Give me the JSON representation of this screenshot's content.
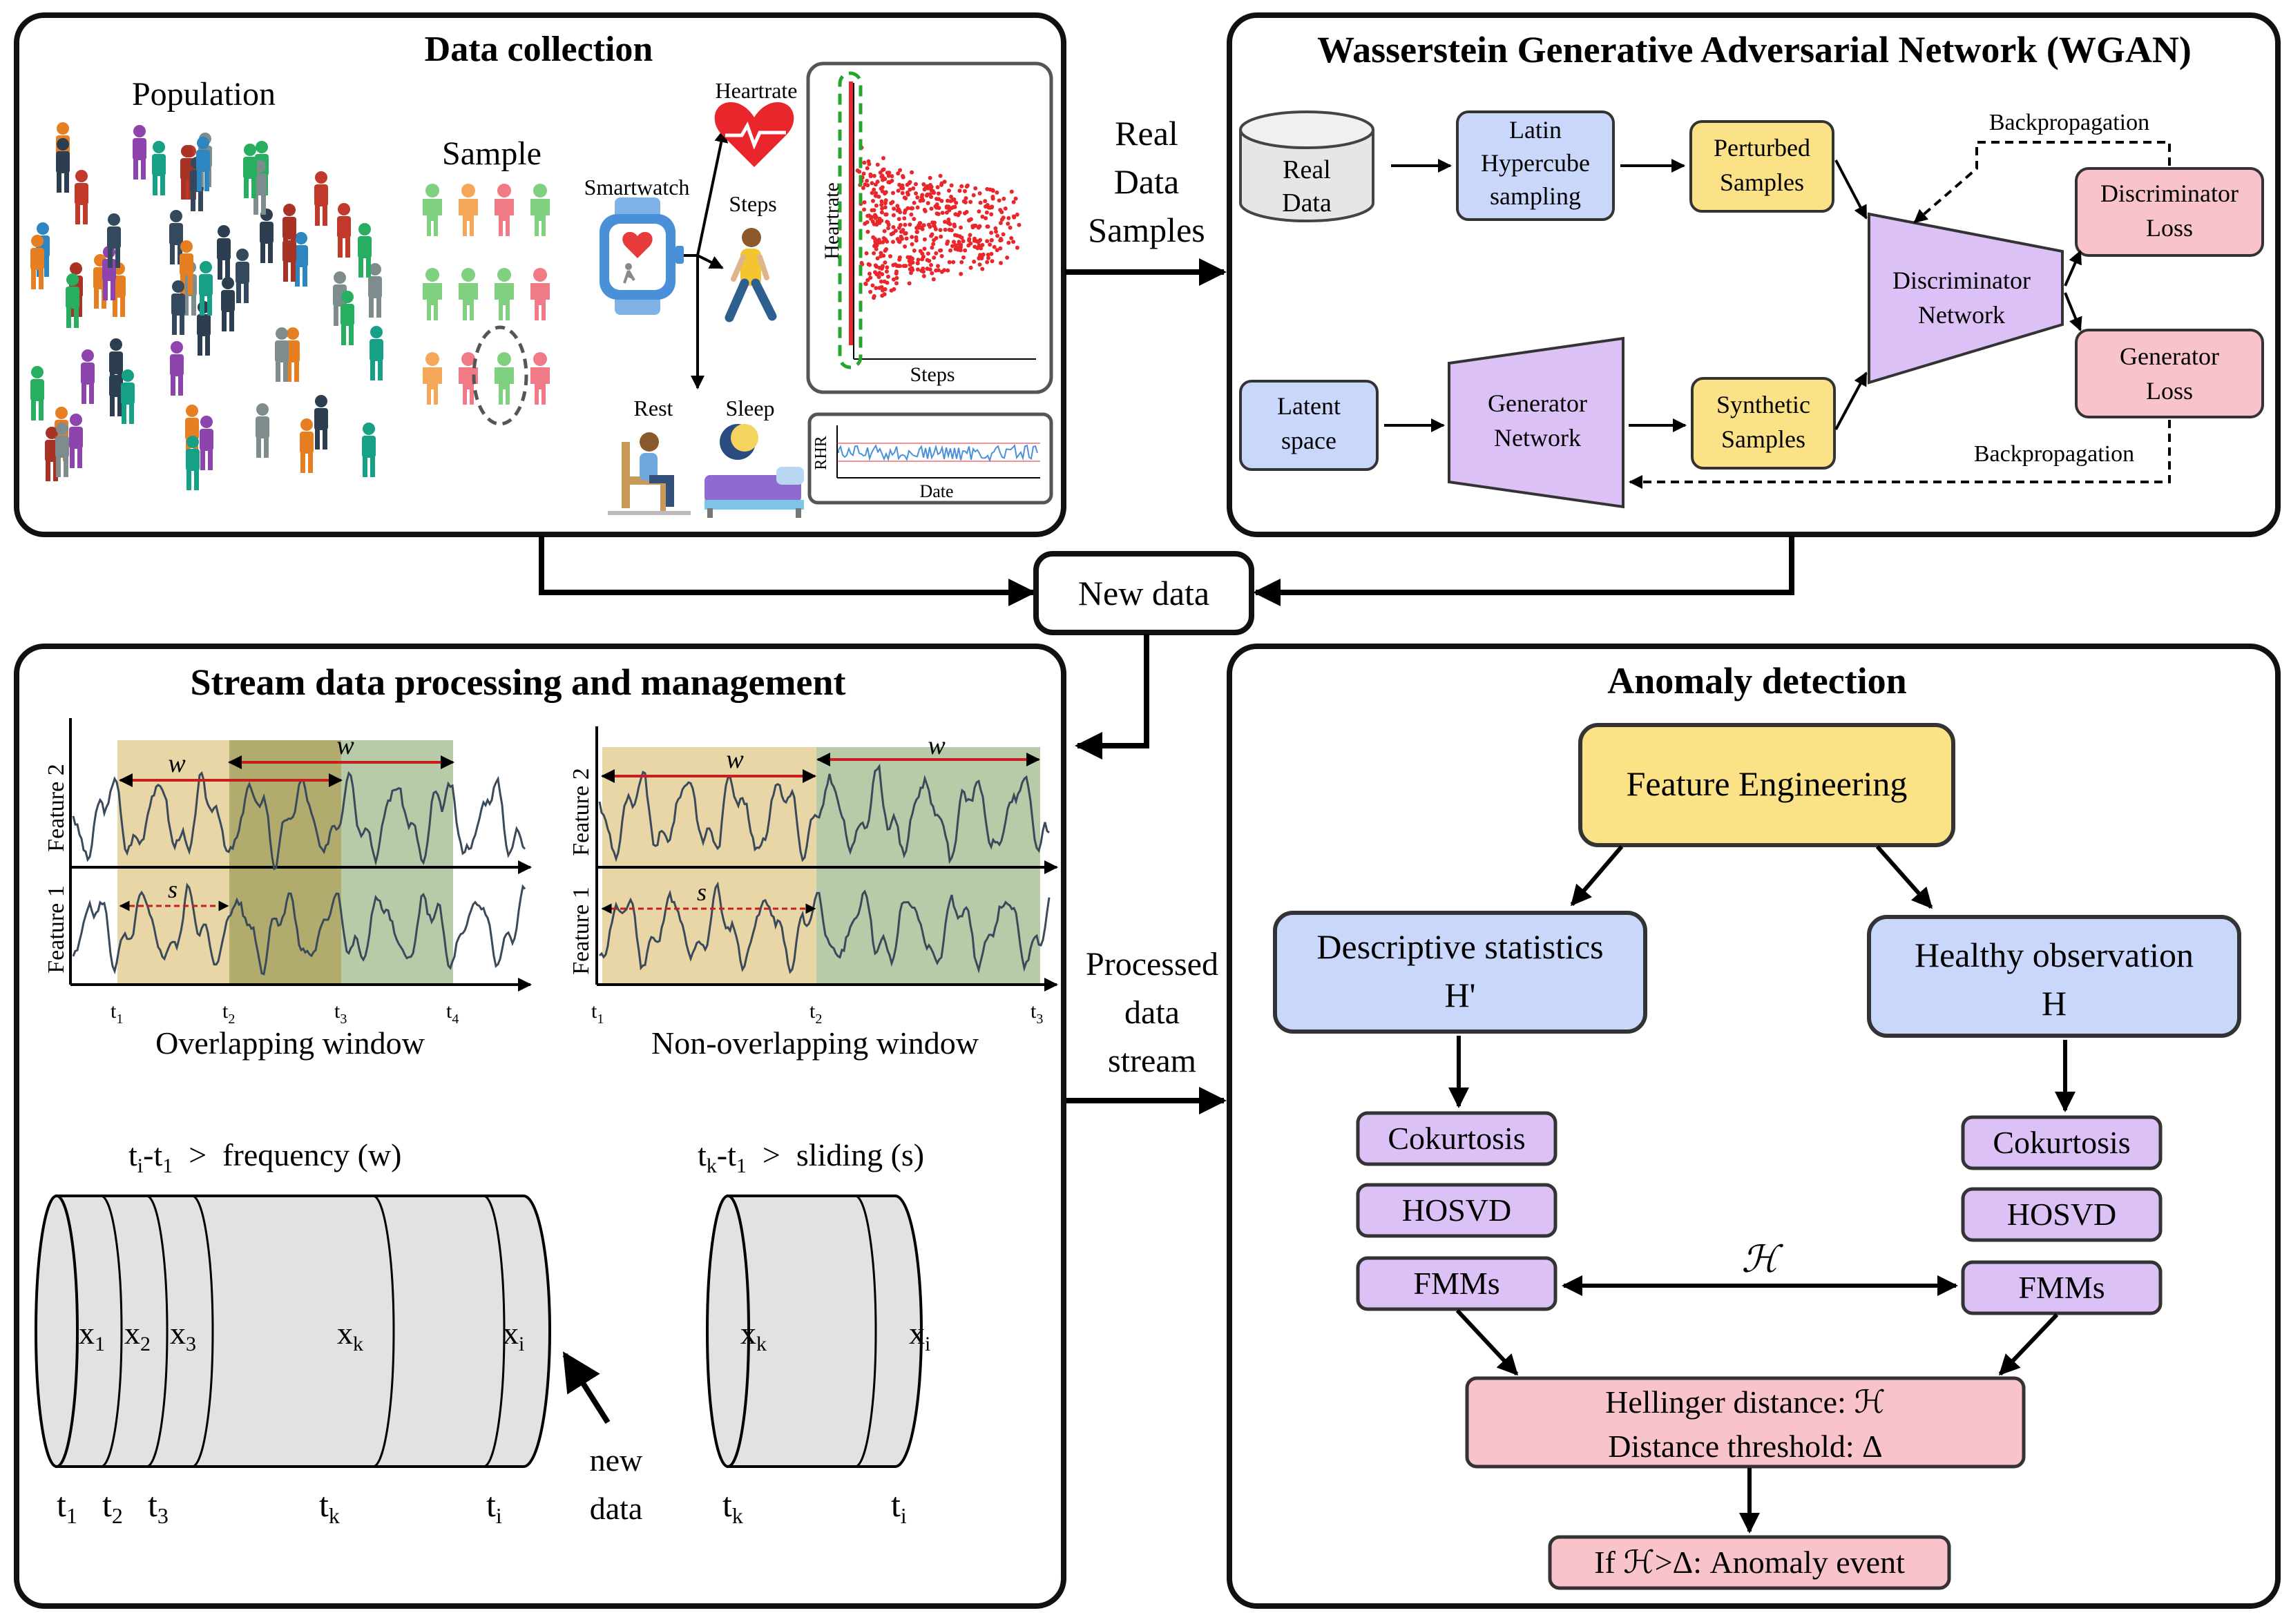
{
  "panels": {
    "data_collection": {
      "title": "Data collection",
      "population": "Population",
      "sample": "Sample",
      "smartwatch": "Smartwatch",
      "heartrate": "Heartrate",
      "steps": "Steps",
      "rest": "Rest",
      "sleep": "Sleep",
      "scatter": {
        "ylabel": "Heartrate",
        "xlabel": "Steps"
      },
      "rhr_plot": {
        "ylabel": "RHR",
        "xlabel": "Date"
      }
    },
    "wgan": {
      "title": "Wasserstein Generative Adversarial Network (WGAN)",
      "real_data": [
        "Real",
        "Data"
      ],
      "lhs": [
        "Latin",
        "Hypercube",
        "sampling"
      ],
      "perturbed": [
        "Perturbed",
        "Samples"
      ],
      "discriminator": [
        "Discriminator",
        "Network"
      ],
      "disc_loss": [
        "Discriminator",
        "Loss"
      ],
      "gen_loss": [
        "Generator",
        "Loss"
      ],
      "latent": [
        "Latent",
        "space"
      ],
      "generator": [
        "Generator",
        "Network"
      ],
      "synthetic": [
        "Synthetic",
        "Samples"
      ],
      "backprop_top": "Backpropagation",
      "backprop_bottom": "Backpropagation"
    },
    "connector": {
      "real_samples": [
        "Real",
        "Data",
        "Samples"
      ],
      "new_data": "New data",
      "processed": [
        "Processed",
        "data",
        "stream"
      ]
    },
    "stream": {
      "title": "Stream data processing and management",
      "feature1": "Feature 1",
      "feature2": "Feature 2",
      "w": "w",
      "s": "s",
      "overlap_caption": "Overlapping window",
      "nonoverlap_caption": "Non-overlapping window",
      "t_labels_overlap": [
        "t",
        "t",
        "t",
        "t"
      ],
      "t_subs_overlap": [
        "1",
        "2",
        "3",
        "4"
      ],
      "t_labels_non": [
        "t",
        "t",
        "t"
      ],
      "t_subs_non": [
        "1",
        "2",
        "3"
      ],
      "freq_rule": {
        "a": "t",
        "a_sub": "i",
        "b": "-t",
        "b_sub": "1",
        "rest": "  >  frequency (w)"
      },
      "slide_rule": {
        "a": "t",
        "a_sub": "k",
        "b": "-t",
        "b_sub": "1",
        "rest": "  >  sliding (s)"
      },
      "drum1_x": [
        [
          "x",
          "1"
        ],
        [
          "x",
          "2"
        ],
        [
          "x",
          "3"
        ],
        [
          "x",
          "k"
        ],
        [
          "x",
          "i"
        ]
      ],
      "drum1_t": [
        [
          "t",
          "1"
        ],
        [
          "t",
          "2"
        ],
        [
          "t",
          "3"
        ],
        [
          "t",
          "k"
        ],
        [
          "t",
          "i"
        ]
      ],
      "drum2_x": [
        [
          "x",
          "k"
        ],
        [
          "x",
          "i"
        ]
      ],
      "drum2_t": [
        [
          "t",
          "k"
        ],
        [
          "t",
          "i"
        ]
      ],
      "new_data_note": [
        "new",
        "data"
      ]
    },
    "anomaly": {
      "title": "Anomaly detection",
      "feature_engineering": "Feature Engineering",
      "descriptive": [
        "Descriptive statistics",
        "H'"
      ],
      "healthy": [
        "Healthy observation",
        "H"
      ],
      "left_ops": [
        "Cokurtosis",
        "HOSVD",
        "FMMs"
      ],
      "right_ops": [
        "Cokurtosis",
        "HOSVD",
        "FMMs"
      ],
      "h_symbol": "ℋ",
      "hellinger": "Hellinger distance: ℋ",
      "threshold": "Distance threshold: Δ",
      "event": "If ℋ>Δ: Anomaly event"
    }
  },
  "colors": {
    "blue_box": "#c9d7fb",
    "yellow_box": "#fbe286",
    "purple_box": "#dcc1f6",
    "pink_box": "#f8c3cb",
    "red": "#e8262b",
    "green_dash": "#25a52d",
    "win_yellow": "#e8d6a6",
    "win_olive": "#b1ab6e",
    "win_green": "#b7cba8"
  }
}
